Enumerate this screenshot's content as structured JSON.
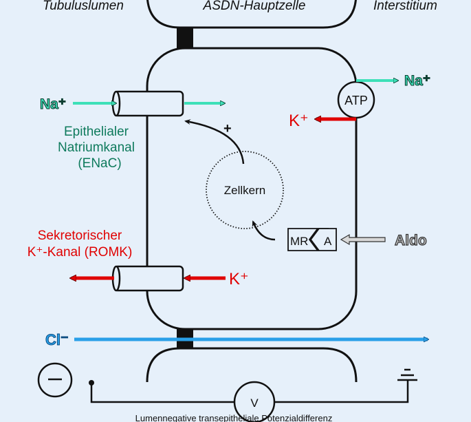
{
  "labels": {
    "lumen": "Tubuluslumen",
    "cell": "ASDN-Hauptzelle",
    "interstitium": "Interstitium",
    "enac_line1": "Epithelialer",
    "enac_line2": "Natriumkanal",
    "enac_line3": "(ENaC)",
    "romk_line1": "Sekretorischer",
    "romk_line2": "K⁺-Kanal (ROMK)",
    "nucleus": "Zellkern",
    "atp": "ATP",
    "mr": "MR",
    "mr_ligand": "A",
    "aldo": "Aldo",
    "plus": "+",
    "voltmeter": "V",
    "minus_symbol": "−",
    "caption": "Lumennegative transepitheliale Potenzialdifferenz"
  },
  "ions": {
    "na_lumen": "Na⁺",
    "na_interstitium": "Na⁺",
    "k_pump": "K⁺",
    "k_romk": "K⁺",
    "cl": "Cl⁻"
  },
  "colors": {
    "background": "#e6f0fa",
    "sodium": "#3ee0b8",
    "potassium": "#e00000",
    "chloride": "#2aa0e8",
    "enac_label": "#0e7a5c",
    "romk_label": "#e00000"
  }
}
